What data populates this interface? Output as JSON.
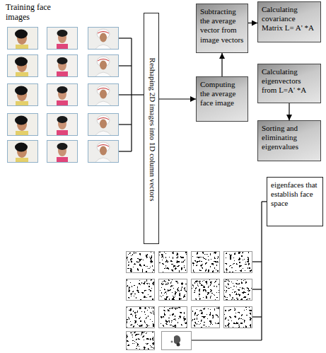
{
  "diagram": {
    "nodes": [
      {
        "text": [
          "Training face images"
        ]
      },
      {
        "text": [
          "Reshaping 2D images into 1D column vectors"
        ]
      },
      {
        "text": [
          "Subtracting the average vector from image vectors"
        ]
      },
      {
        "text": [
          "Computing the average face image"
        ]
      },
      {
        "text": [
          "Calculating covariance Matrix L= A' *A"
        ]
      },
      {
        "text": [
          "Calculating eigenvectors from L=A' *A"
        ]
      },
      {
        "text": [
          "Sorting and eliminating eigenvalues"
        ]
      },
      {
        "text": [
          "eigenfaces that establish face space"
        ]
      }
    ],
    "edges": [
      {
        "from": 0,
        "to": 1,
        "arrow": "none"
      },
      {
        "from": 1,
        "to": 3,
        "arrow": "to"
      },
      {
        "from": 3,
        "to": 2,
        "arrow": "to"
      },
      {
        "from": 2,
        "to": 4,
        "arrow": "to"
      },
      {
        "from": 5,
        "to": 6,
        "arrow": "to"
      }
    ]
  }
}
